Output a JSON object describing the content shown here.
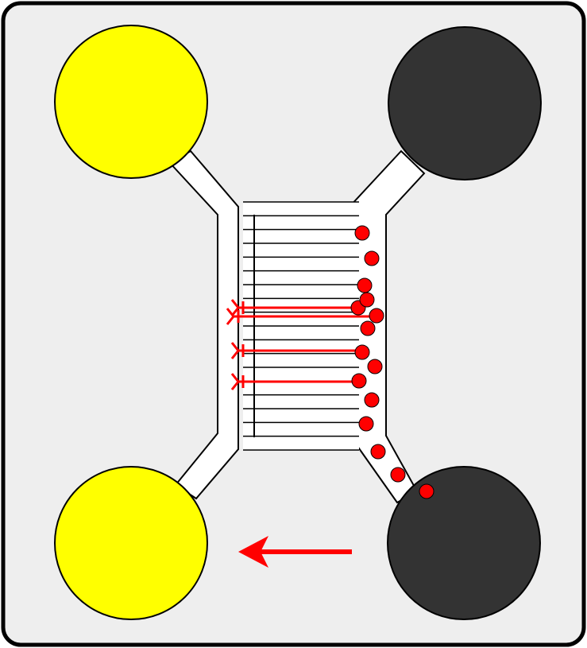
{
  "diagram": {
    "colors": {
      "background": "#ffffff",
      "device": "#eeeeee",
      "outline": "#000000",
      "left_reservoir": "#ffff00",
      "right_reservoir": "#333333",
      "channel": "#ffffff",
      "cells": "#ff0000",
      "axons": "#ff0000",
      "arrow": "#ff0000"
    },
    "reservoirs": [
      {
        "id": "top-left",
        "side": "left"
      },
      {
        "id": "top-right",
        "side": "right"
      },
      {
        "id": "bottom-left",
        "side": "left"
      },
      {
        "id": "bottom-right",
        "side": "right"
      }
    ],
    "microchannel_count": 16,
    "cell_count": 15,
    "axon_count": 4,
    "arrow_icon": "left-arrow-icon"
  }
}
